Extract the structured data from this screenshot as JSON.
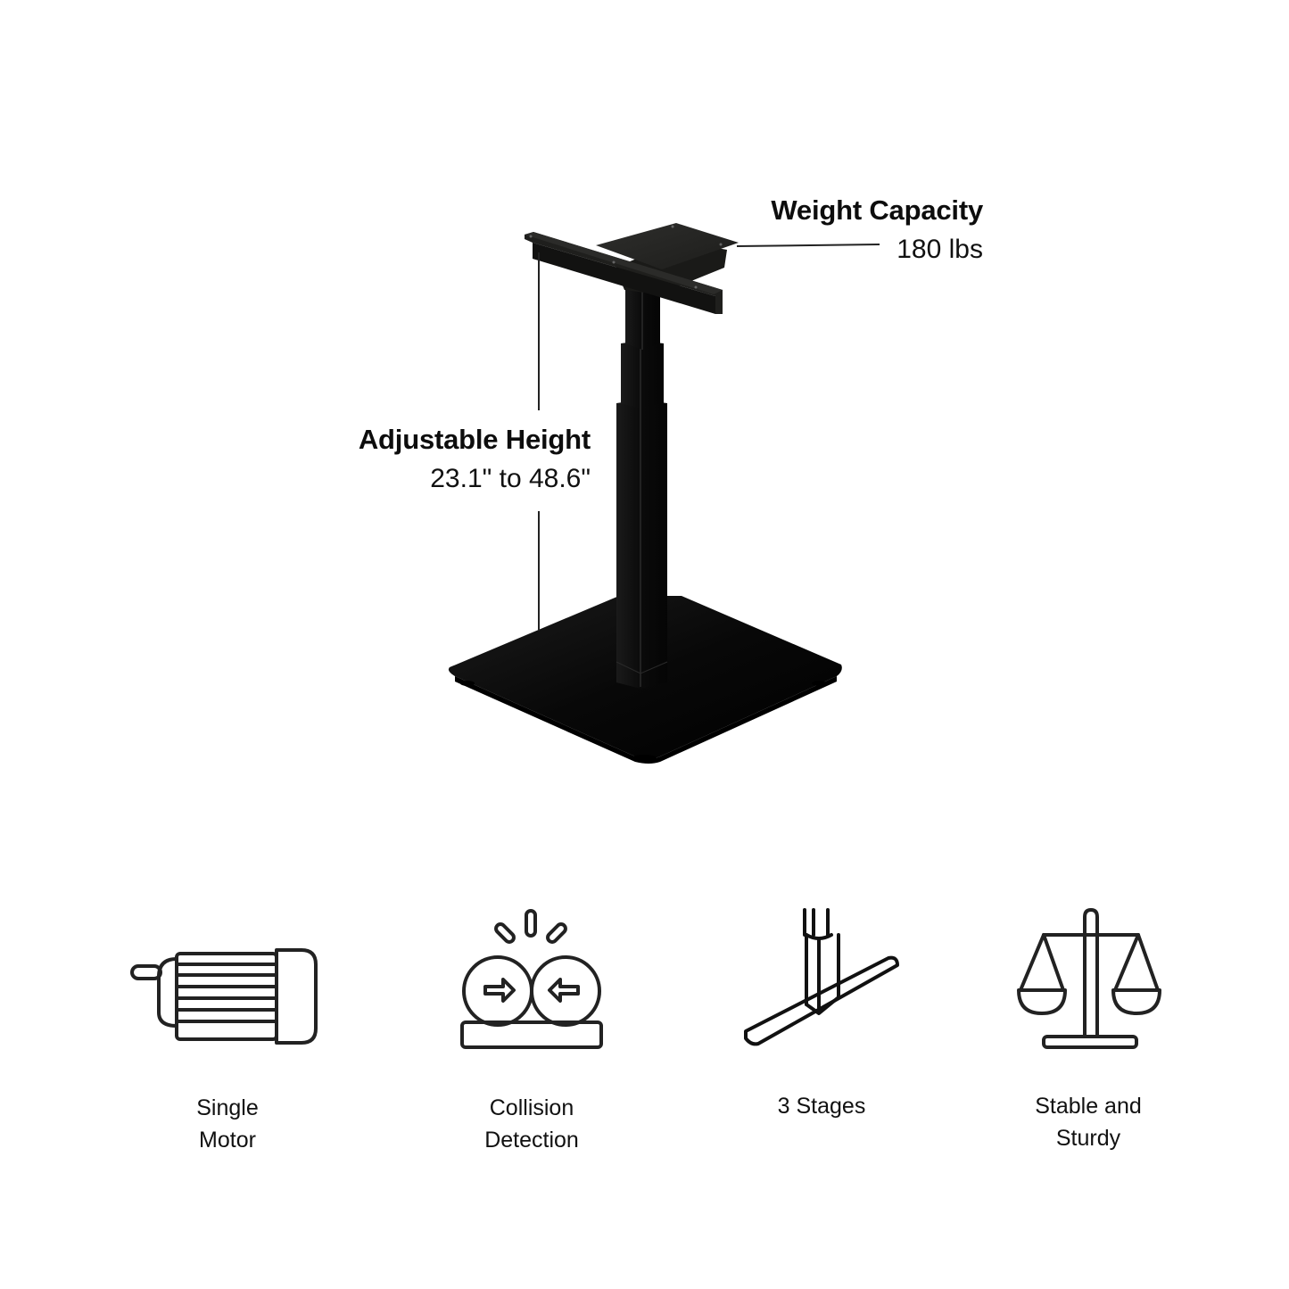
{
  "product": {
    "name": "Single motor pedestal desk base",
    "color": "#0b0b0b"
  },
  "callouts": {
    "weight": {
      "title": "Weight Capacity",
      "value": "180 lbs"
    },
    "height": {
      "title": "Adjustable Height",
      "value": "23.1\" to 48.6\""
    }
  },
  "features": [
    {
      "icon": "motor-icon",
      "line1": "Single",
      "line2": "Motor"
    },
    {
      "icon": "collision-icon",
      "line1": "Collision",
      "line2": "Detection"
    },
    {
      "icon": "stages-icon",
      "line1": "3 Stages",
      "line2": ""
    },
    {
      "icon": "scale-icon",
      "line1": "Stable and",
      "line2": "Sturdy"
    }
  ],
  "colors": {
    "background": "#ffffff",
    "ink": "#222222",
    "product": "#0b0b0b"
  }
}
